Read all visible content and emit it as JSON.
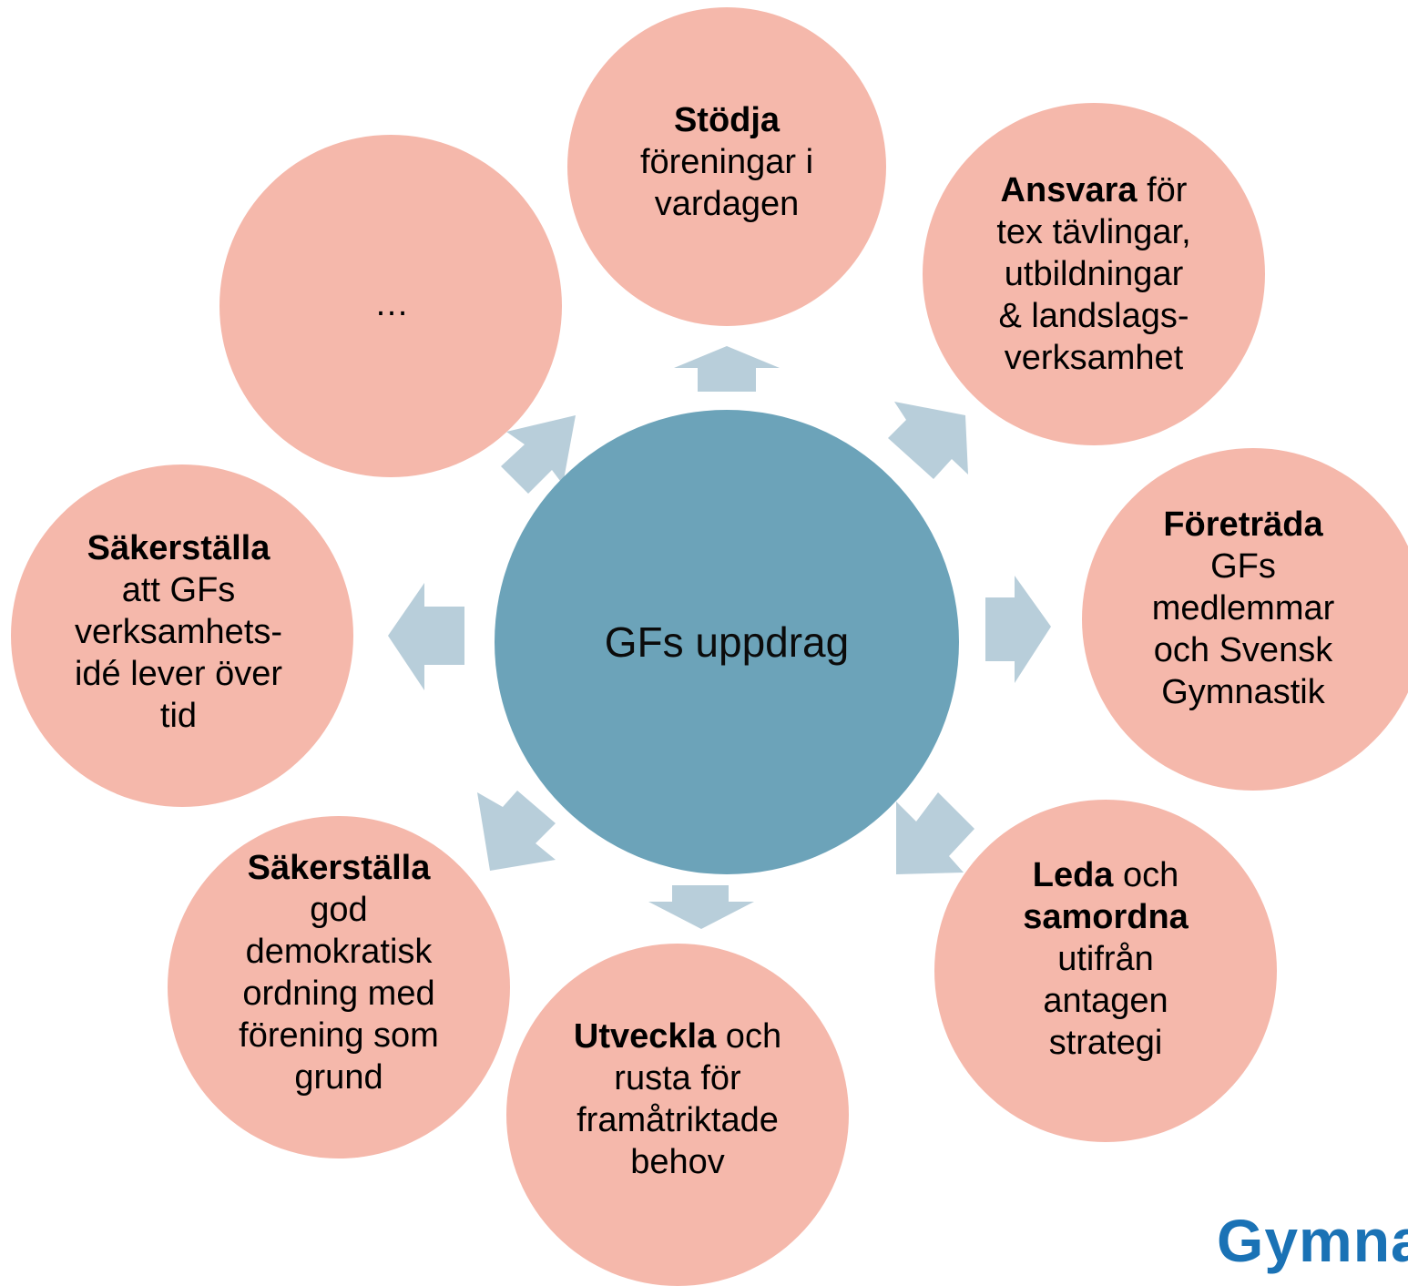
{
  "center": {
    "label": "GFs uppdrag"
  },
  "nodes": [
    {
      "id": "stodja",
      "lines": [
        [
          {
            "t": "Stödja",
            "b": true
          }
        ],
        [
          {
            "t": "föreningar i",
            "b": false
          }
        ],
        [
          {
            "t": "vardagen",
            "b": false
          }
        ]
      ]
    },
    {
      "id": "ansvara",
      "lines": [
        [
          {
            "t": "Ansvara",
            "b": true
          },
          {
            "t": " för",
            "b": false
          }
        ],
        [
          {
            "t": "tex tävlingar,",
            "b": false
          }
        ],
        [
          {
            "t": "utbildningar",
            "b": false
          }
        ],
        [
          {
            "t": "& landslags-",
            "b": false
          }
        ],
        [
          {
            "t": "verksamhet",
            "b": false
          }
        ]
      ]
    },
    {
      "id": "foretrada",
      "lines": [
        [
          {
            "t": "Företräda",
            "b": true
          }
        ],
        [
          {
            "t": "GFs",
            "b": false
          }
        ],
        [
          {
            "t": "medlemmar",
            "b": false
          }
        ],
        [
          {
            "t": "och Svensk",
            "b": false
          }
        ],
        [
          {
            "t": "Gymnastik",
            "b": false
          }
        ]
      ]
    },
    {
      "id": "leda",
      "lines": [
        [
          {
            "t": "Leda",
            "b": true
          },
          {
            "t": " och",
            "b": false
          }
        ],
        [
          {
            "t": "samordna",
            "b": true
          }
        ],
        [
          {
            "t": "utifrån",
            "b": false
          }
        ],
        [
          {
            "t": "antagen",
            "b": false
          }
        ],
        [
          {
            "t": "strategi",
            "b": false
          }
        ]
      ]
    },
    {
      "id": "utveckla",
      "lines": [
        [
          {
            "t": "Utveckla",
            "b": true
          },
          {
            "t": " och",
            "b": false
          }
        ],
        [
          {
            "t": "rusta för",
            "b": false
          }
        ],
        [
          {
            "t": "framåtriktade",
            "b": false
          }
        ],
        [
          {
            "t": "behov",
            "b": false
          }
        ]
      ]
    },
    {
      "id": "sakerstalla-demokrati",
      "lines": [
        [
          {
            "t": "Säkerställa",
            "b": true
          }
        ],
        [
          {
            "t": "god",
            "b": false
          }
        ],
        [
          {
            "t": "demokratisk",
            "b": false
          }
        ],
        [
          {
            "t": "ordning med",
            "b": false
          }
        ],
        [
          {
            "t": "förening som",
            "b": false
          }
        ],
        [
          {
            "t": "grund",
            "b": false
          }
        ]
      ]
    },
    {
      "id": "sakerstalla-ide",
      "lines": [
        [
          {
            "t": "Säkerställa",
            "b": true
          }
        ],
        [
          {
            "t": "att GFs",
            "b": false
          }
        ],
        [
          {
            "t": "verksamhets-",
            "b": false
          }
        ],
        [
          {
            "t": "idé lever över",
            "b": false
          }
        ],
        [
          {
            "t": "tid",
            "b": false
          }
        ]
      ]
    },
    {
      "id": "ellipsis",
      "lines": [
        [
          {
            "t": "…",
            "b": false
          }
        ]
      ]
    }
  ],
  "logo": {
    "text": "Gymna"
  },
  "colors": {
    "node_fill": "#f5b8ab",
    "center_fill": "#6ca3b9",
    "arrow_fill": "#b8ceda",
    "logo": "#1a72b5"
  }
}
